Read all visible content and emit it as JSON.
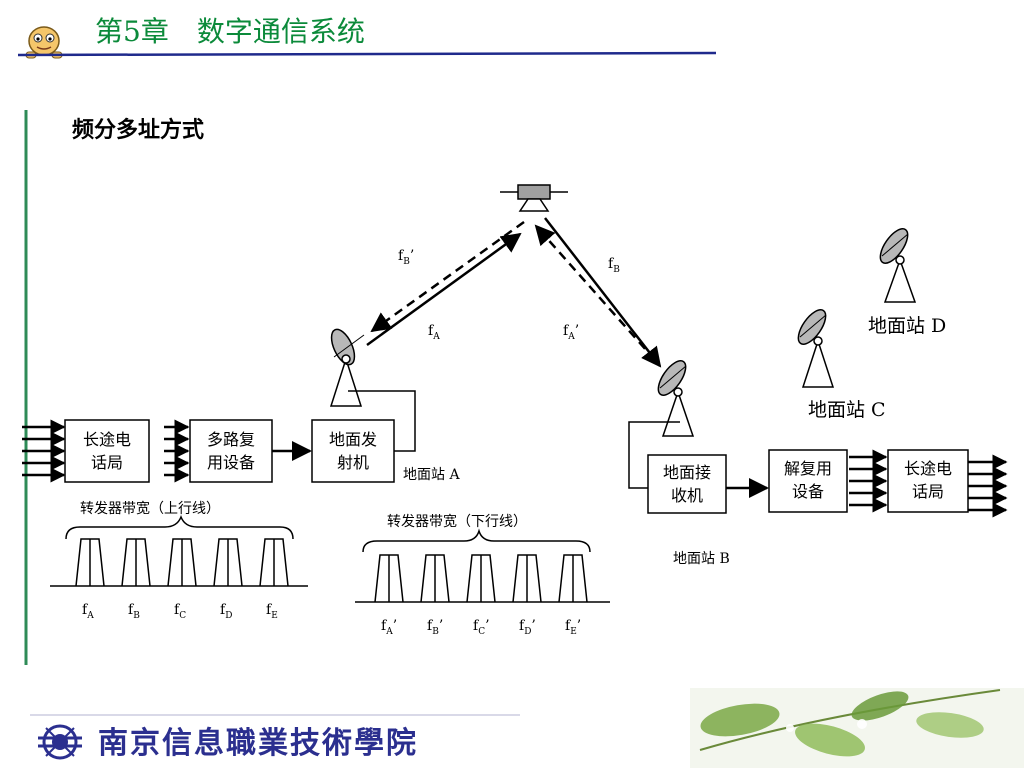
{
  "header": {
    "chapter_title": "第5章　数字通信系统"
  },
  "slide": {
    "heading": "频分多址方式"
  },
  "diagram": {
    "boxes": {
      "toll_office_a": [
        "长途电",
        "话局"
      ],
      "multiplexer": [
        "多路复",
        "用设备"
      ],
      "transmitter": [
        "地面发",
        "射机"
      ],
      "receiver": [
        "地面接",
        "收机"
      ],
      "demultiplexer": [
        "解复用",
        "设备"
      ],
      "toll_office_b": [
        "长途电",
        "话局"
      ]
    },
    "stations": {
      "a": "地面站 A",
      "b": "地面站 B",
      "c": "地面站 C",
      "d": "地面站 D"
    },
    "links": {
      "fb_prime": {
        "base": "f",
        "sub": "B",
        "mark": "’"
      },
      "fa": {
        "base": "f",
        "sub": "A",
        "mark": ""
      },
      "fb": {
        "base": "f",
        "sub": "B",
        "mark": ""
      },
      "fa_prime": {
        "base": "f",
        "sub": "A",
        "mark": "’"
      }
    },
    "uplink_bandwidth": {
      "label": "转发器带宽（上行线）",
      "channels": [
        {
          "base": "f",
          "sub": "A",
          "mark": ""
        },
        {
          "base": "f",
          "sub": "B",
          "mark": ""
        },
        {
          "base": "f",
          "sub": "C",
          "mark": ""
        },
        {
          "base": "f",
          "sub": "D",
          "mark": ""
        },
        {
          "base": "f",
          "sub": "E",
          "mark": ""
        }
      ]
    },
    "downlink_bandwidth": {
      "label": "转发器带宽（下行线）",
      "channels": [
        {
          "base": "f",
          "sub": "A",
          "mark": "’"
        },
        {
          "base": "f",
          "sub": "B",
          "mark": "’"
        },
        {
          "base": "f",
          "sub": "C",
          "mark": "’"
        },
        {
          "base": "f",
          "sub": "D",
          "mark": "’"
        },
        {
          "base": "f",
          "sub": "E",
          "mark": "’"
        }
      ]
    }
  },
  "footer": {
    "school_name": "南京信息職業技術學院"
  },
  "colors": {
    "chapter_text": "#0b8a3a",
    "header_rule": "#1f2a8c",
    "left_bar": "#2e8b57",
    "school_text": "#2b2f8f",
    "leaf": "#6a9a3a"
  },
  "icons": [
    "mascot-icon",
    "satellite-icon",
    "dish-antenna-icon",
    "school-logo-icon",
    "leaf-decoration"
  ]
}
